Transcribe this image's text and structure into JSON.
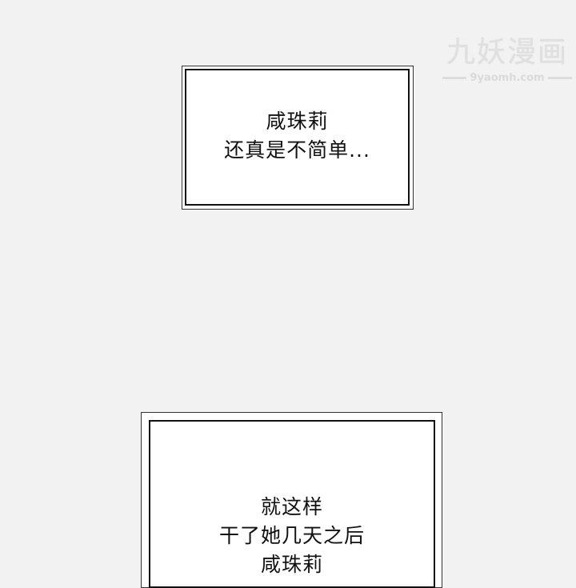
{
  "watermark": {
    "title": "九妖漫画",
    "url": "9yaomh.com"
  },
  "panels": [
    {
      "lines": [
        "咸珠莉",
        "还真是不简单..."
      ]
    },
    {
      "lines": [
        "就这样",
        "干了她几天之后",
        "咸珠莉"
      ]
    }
  ],
  "colors": {
    "background": "#f2f2f2",
    "panel_fill": "#ffffff",
    "border": "#111111",
    "text": "#111111",
    "watermark": "#e0e0e0"
  }
}
